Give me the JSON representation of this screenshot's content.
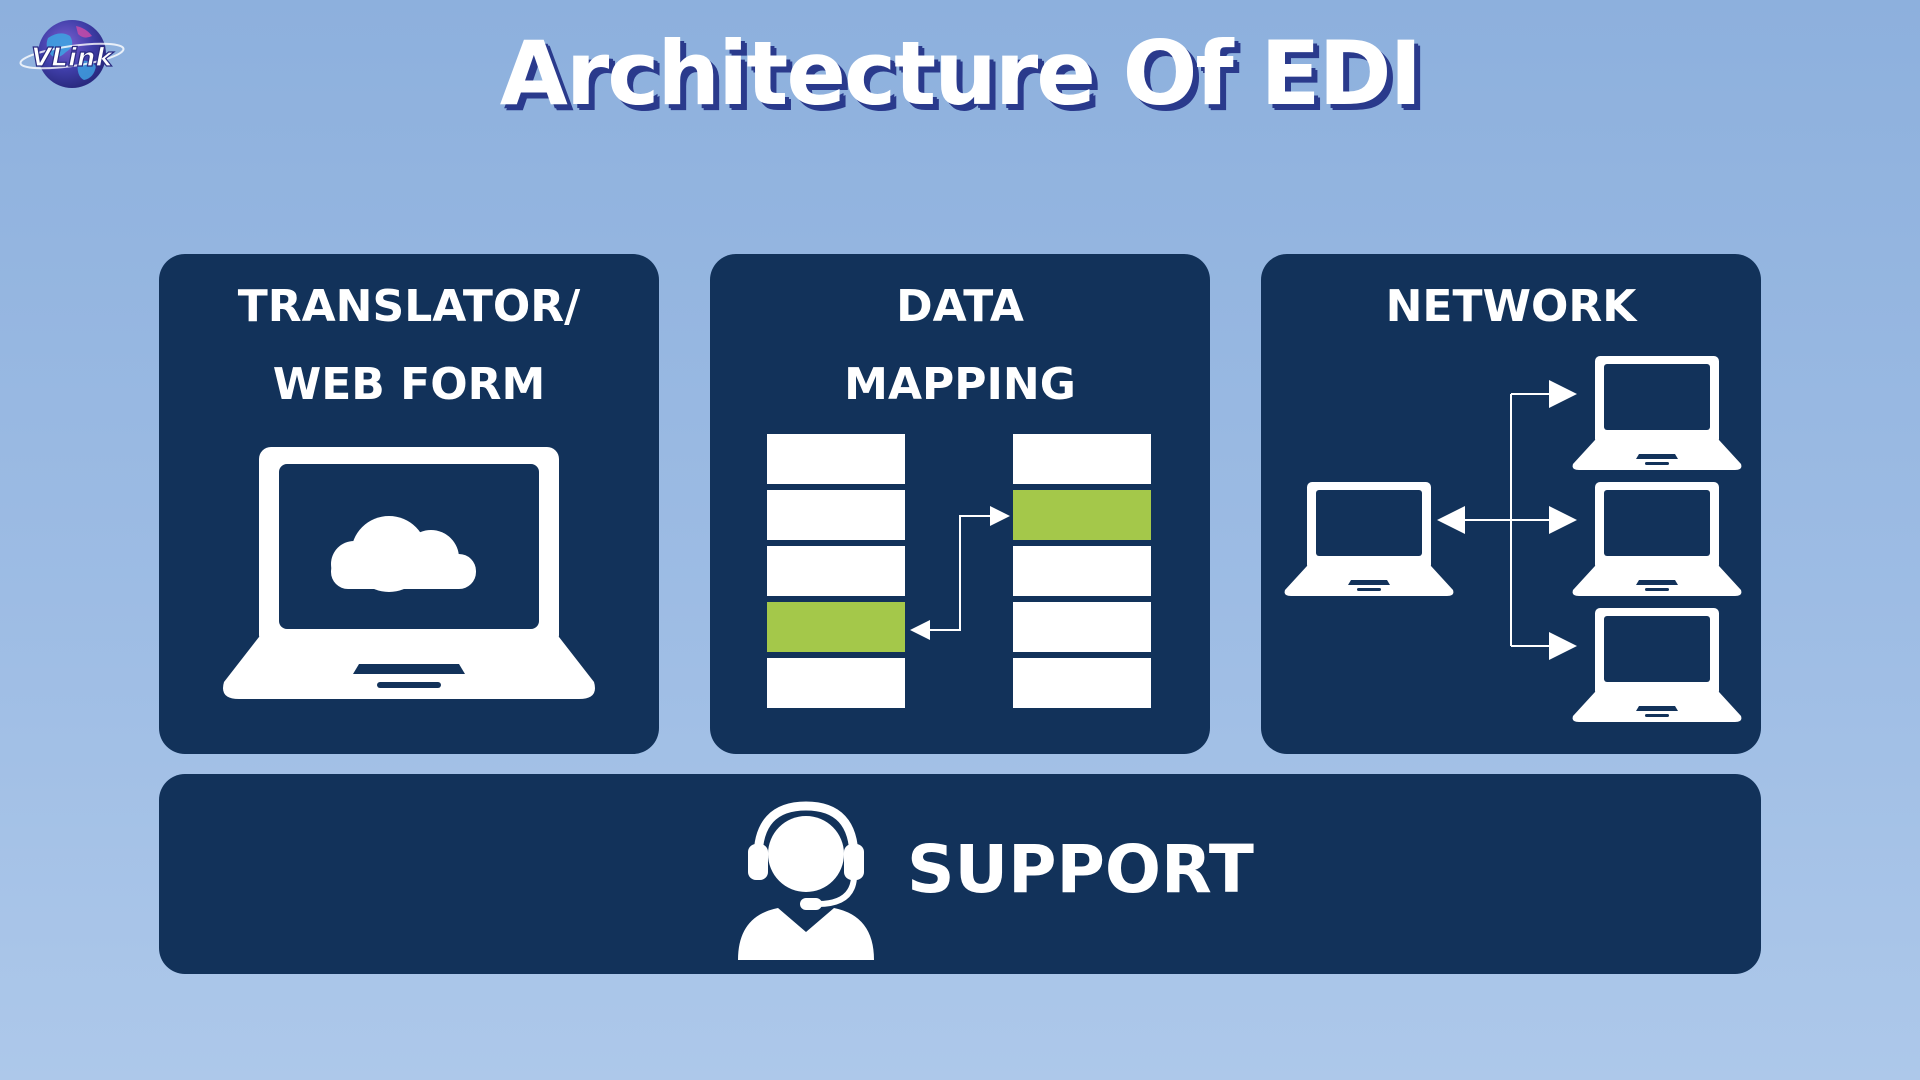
{
  "title": "Architecture Of EDI",
  "logo": {
    "text": "VLink",
    "icon": "globe-logo-icon"
  },
  "components": [
    {
      "heading_line1": "TRANSLATOR/",
      "heading_line2": "WEB FORM",
      "icon": "laptop-cloud-icon"
    },
    {
      "heading_line1": "DATA",
      "heading_line2": "MAPPING",
      "icon": "data-mapping-table-icon"
    },
    {
      "heading_line1": "NETWORK",
      "icon": "network-laptops-icon"
    }
  ],
  "support": {
    "label": "SUPPORT",
    "icon": "headset-agent-icon"
  },
  "colors": {
    "card": "#12325a",
    "highlight": "#a4c84a",
    "title_shadow": "#2a3a8c",
    "background_top": "#8db0dd",
    "background_bottom": "#adc8ea"
  }
}
